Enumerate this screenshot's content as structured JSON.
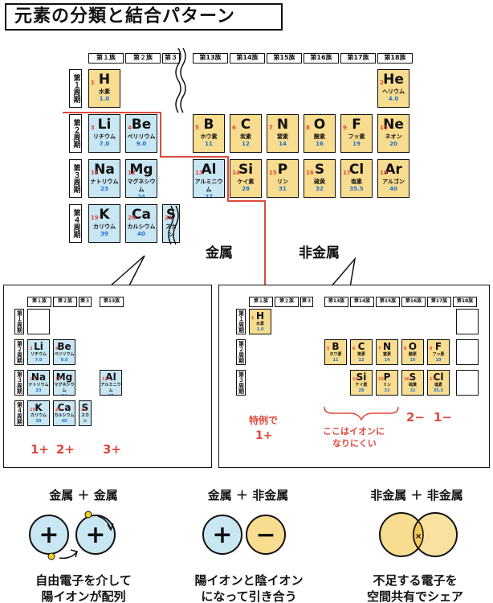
{
  "title": "元素の分類と結合パターン",
  "group_headers": [
    "第１族",
    "第２族",
    "第３",
    "第13族",
    "第14族",
    "第15族",
    "第16族",
    "第17族",
    "第18族"
  ],
  "period_headers": [
    "第１周期",
    "第２周期",
    "第３周期",
    "第４周期"
  ],
  "elements": {
    "H": {
      "num": "1",
      "sym": "H",
      "name": "水素",
      "mass": "1.0"
    },
    "He": {
      "num": "2",
      "sym": "He",
      "name": "ヘリウム",
      "mass": "4.0"
    },
    "Li": {
      "num": "3",
      "sym": "Li",
      "name": "リチウム",
      "mass": "7.0"
    },
    "Be": {
      "num": "4",
      "sym": "Be",
      "name": "ベリリウム",
      "mass": "9.0"
    },
    "B": {
      "num": "5",
      "sym": "B",
      "name": "ホウ素",
      "mass": "11"
    },
    "C": {
      "num": "6",
      "sym": "C",
      "name": "炭素",
      "mass": "12"
    },
    "N": {
      "num": "7",
      "sym": "N",
      "name": "窒素",
      "mass": "14"
    },
    "O": {
      "num": "8",
      "sym": "O",
      "name": "酸素",
      "mass": "16"
    },
    "F": {
      "num": "9",
      "sym": "F",
      "name": "フッ素",
      "mass": "19"
    },
    "Ne": {
      "num": "10",
      "sym": "Ne",
      "name": "ネオン",
      "mass": "20"
    },
    "Na": {
      "num": "11",
      "sym": "Na",
      "name": "ナトリウム",
      "mass": "23"
    },
    "Mg": {
      "num": "12",
      "sym": "Mg",
      "name": "マグネシウム",
      "mass": "24"
    },
    "Al": {
      "num": "13",
      "sym": "Al",
      "name": "アルミニウム",
      "mass": "27"
    },
    "Si": {
      "num": "14",
      "sym": "Si",
      "name": "ケイ素",
      "mass": "28"
    },
    "P": {
      "num": "15",
      "sym": "P",
      "name": "リン",
      "mass": "31"
    },
    "S": {
      "num": "16",
      "sym": "S",
      "name": "硫黄",
      "mass": "32"
    },
    "Cl": {
      "num": "17",
      "sym": "Cl",
      "name": "塩素",
      "mass": "35.5"
    },
    "Ar": {
      "num": "18",
      "sym": "Ar",
      "name": "アルゴン",
      "mass": "40"
    },
    "K": {
      "num": "19",
      "sym": "K",
      "name": "カリウム",
      "mass": "39"
    },
    "Ca": {
      "num": "20",
      "sym": "Ca",
      "name": "カルシウム",
      "mass": "40"
    },
    "Sc": {
      "num": "21",
      "sym": "S",
      "name": "スカン",
      "mass": ""
    }
  },
  "labels": {
    "metal": "金属",
    "nonmetal": "非金属",
    "charge_1": "1+",
    "charge_2": "2+",
    "charge_3": "3+",
    "exception_line1": "特例で",
    "exception_line2": "1+",
    "no_ion_line1": "ここはイオンに",
    "no_ion_line2": "なりにくい",
    "charge_minus2": "2−",
    "charge_minus1": "1−"
  },
  "bonds": [
    {
      "heading": "金属 ＋ 金属",
      "line1": "自由電子を介して",
      "line2": "陽イオンが配列"
    },
    {
      "heading": "金属 ＋ 非金属",
      "line1": "陽イオンと陰イオン",
      "line2": "になって引き合う"
    },
    {
      "heading": "非金属 ＋ 非金属",
      "line1": "不足する電子を",
      "line2": "空間共有でシェア"
    }
  ],
  "symbols": {
    "plus": "+",
    "minus": "−",
    "shared": "×"
  },
  "colors": {
    "metal": "#c9e6f3",
    "nonmetal": "#f8dc8f",
    "accent_red": "#e0483d",
    "mass_blue": "#1a6fd1"
  }
}
